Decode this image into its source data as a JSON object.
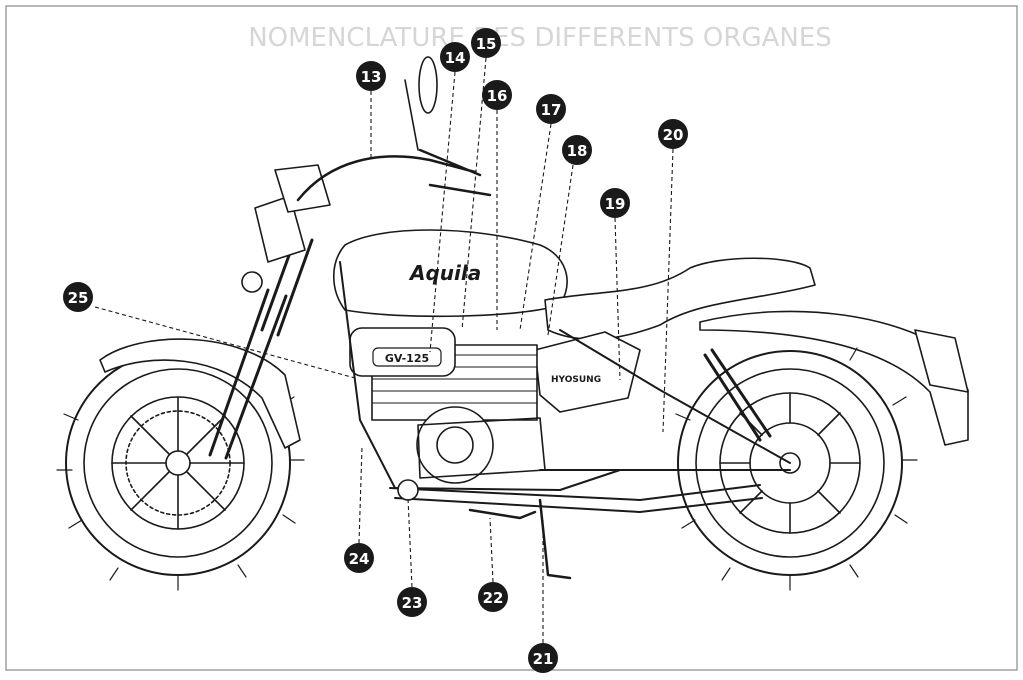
{
  "header": {
    "text": "NOMENCLATURE DES DIFFERENTS ORGANES"
  },
  "tank_badge": {
    "text": "Aquila"
  },
  "cover_badge": {
    "text": "GV-125"
  },
  "side_badge": {
    "text": "HYOSUNG"
  },
  "callouts": [
    "13",
    "14",
    "15",
    "16",
    "17",
    "18",
    "19",
    "20",
    "21",
    "22",
    "23",
    "24",
    "25"
  ],
  "colors": {
    "ink": "#1a1a1a",
    "paper": "#ffffff",
    "frame": "#8a8a8a"
  }
}
